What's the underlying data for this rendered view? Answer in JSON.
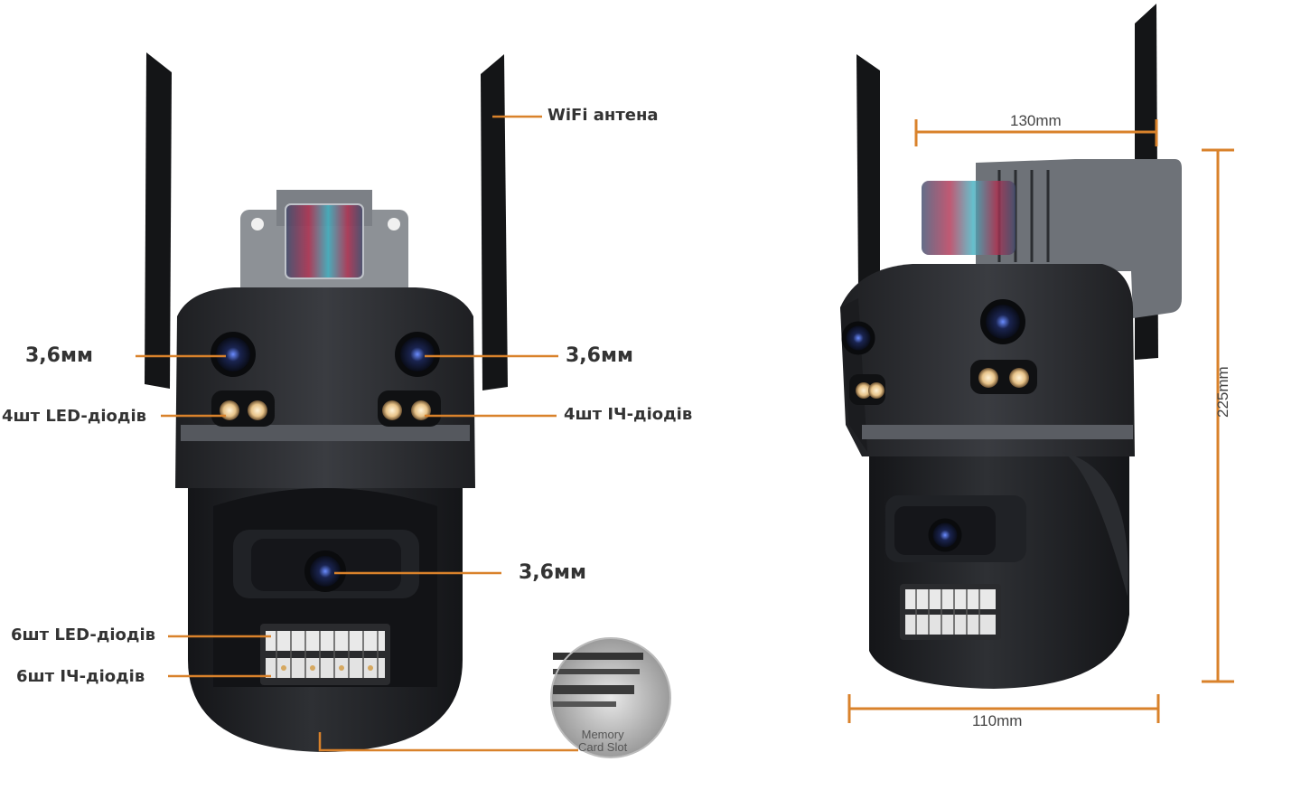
{
  "labels": {
    "wifi_antenna": "WiFi антена",
    "lens_left": "3,6мм",
    "lens_right": "3,6мм",
    "lens_bottom": "3,6мм",
    "led_top": "4шт LED-діодів",
    "ir_top": "4шт ІЧ-діодів",
    "led_bottom": "6шт LED-діодів",
    "ir_bottom": "6шт ІЧ-діодів",
    "memory_card_line1": "Memory",
    "memory_card_line2": "Card Slot"
  },
  "dimensions": {
    "width_top": "130mm",
    "width_bottom": "110mm",
    "height": "225mm"
  },
  "colors": {
    "leader_line": "#d9822b",
    "camera_body": "#2b2d31",
    "camera_dark": "#1a1b1e",
    "bracket": "#8d9196"
  }
}
